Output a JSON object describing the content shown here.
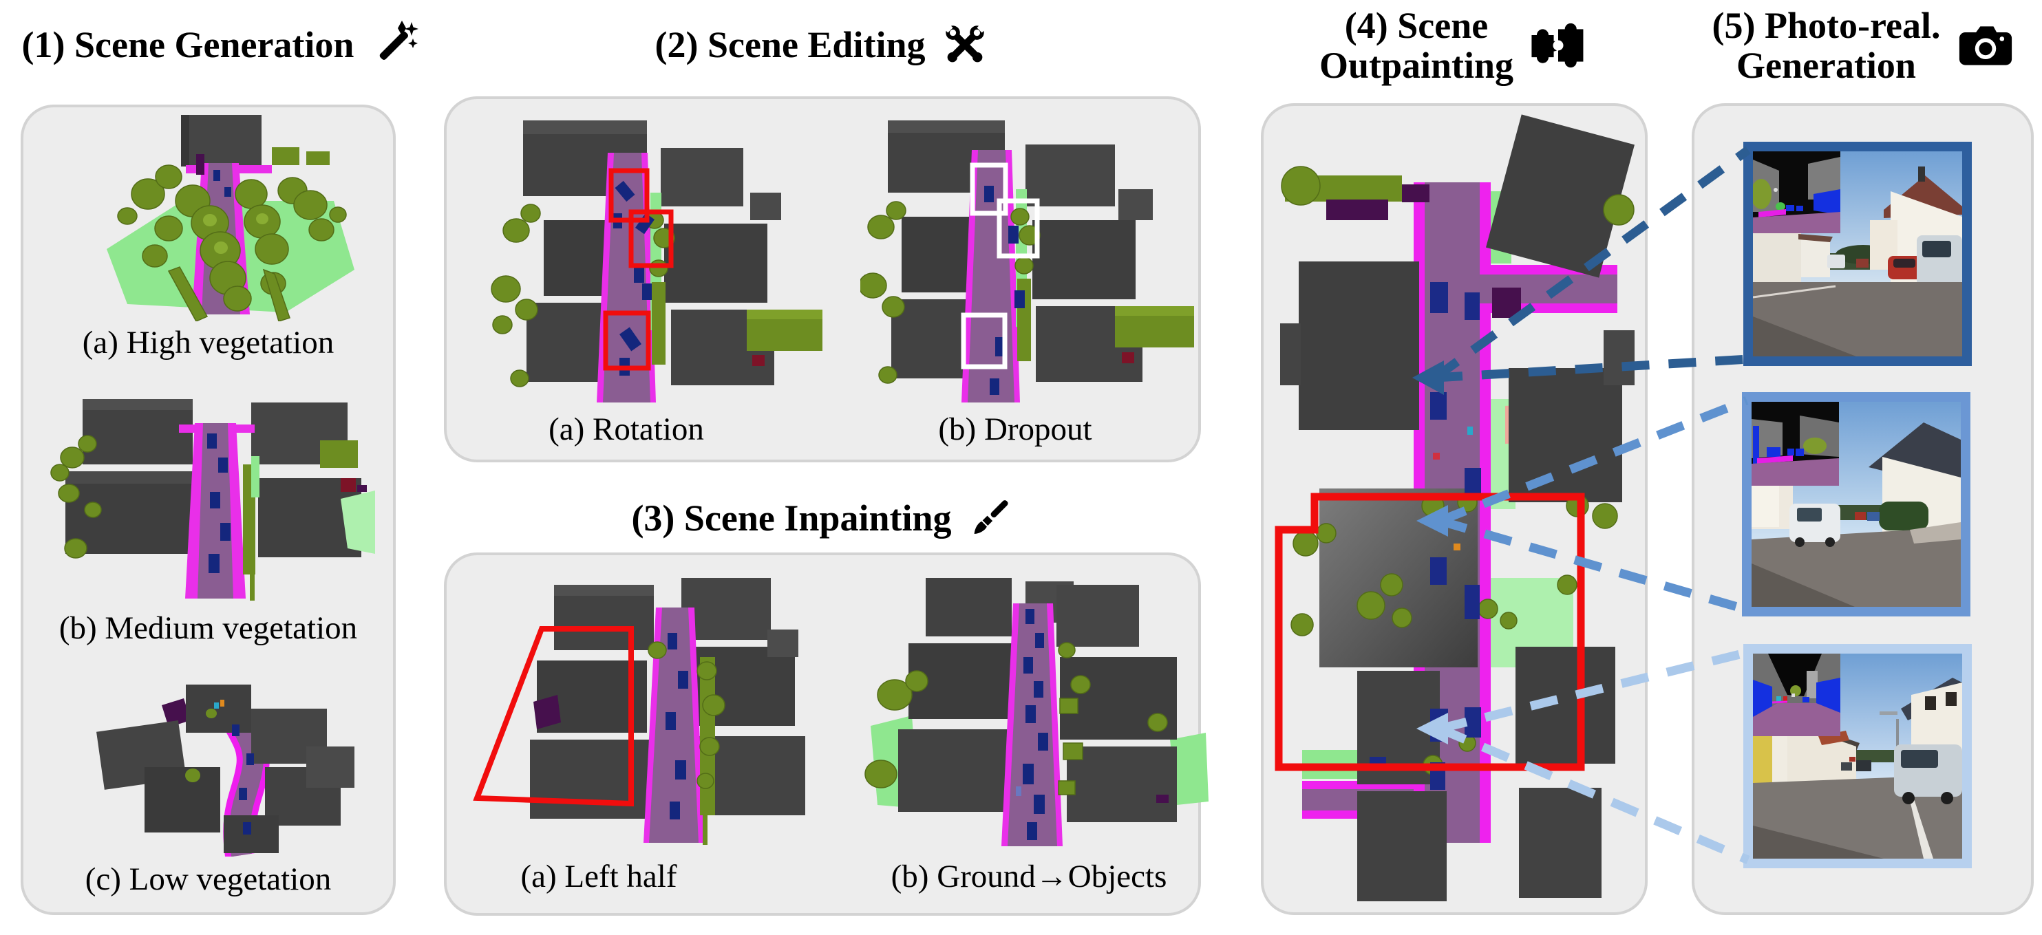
{
  "figure": {
    "background": "#ffffff",
    "panel_fill": "#ededed",
    "panel_stroke": "#d3d3d3",
    "text_color": "#000000"
  },
  "panels": {
    "generation": {
      "title": "(1) Scene Generation",
      "icon": "magic-wand-icon",
      "captions": {
        "a": "(a) High vegetation",
        "b": "(b) Medium vegetation",
        "c": "(c) Low vegetation"
      }
    },
    "editing": {
      "title": "(2) Scene Editing",
      "icon": "wrench-icon",
      "captions": {
        "a": "(a) Rotation",
        "b": "(b) Dropout"
      },
      "rotation_highlight_color": "#f10d0d",
      "dropout_highlight_color": "#ffffff"
    },
    "inpainting": {
      "title": "(3) Scene Inpainting",
      "icon": "paintbrush-icon",
      "captions": {
        "a": "(a) Left half",
        "b": "(b) Ground→Objects"
      },
      "mask_outline_color": "#f10d0d"
    },
    "outpainting": {
      "title_line1": "(4) Scene",
      "title_line2": "Outpainting",
      "icon": "puzzle-icon",
      "source_region_color": "#f10d0d"
    },
    "photoreal": {
      "title_line1": "(5) Photo-real.",
      "title_line2": "Generation",
      "icon": "camera-icon",
      "photo_border_colors": [
        "#2e5f9e",
        "#6b97d4",
        "#b7d0ee"
      ]
    }
  },
  "semantic_colors": {
    "building": "#3f3f3f",
    "vegetation": "#6d8d21",
    "terrain": "#8fe78f",
    "road": "#8a5d92",
    "sidewalk": "#ee22ee",
    "car": "#1b2a87",
    "salmon_area": "#efa89b",
    "dark_purple_area": "#46104d"
  },
  "connections": [
    {
      "name": "camera-view-1",
      "color": "#2c5d92"
    },
    {
      "name": "camera-view-2",
      "color": "#5f92cf"
    },
    {
      "name": "camera-view-3",
      "color": "#abc9eb"
    }
  ]
}
